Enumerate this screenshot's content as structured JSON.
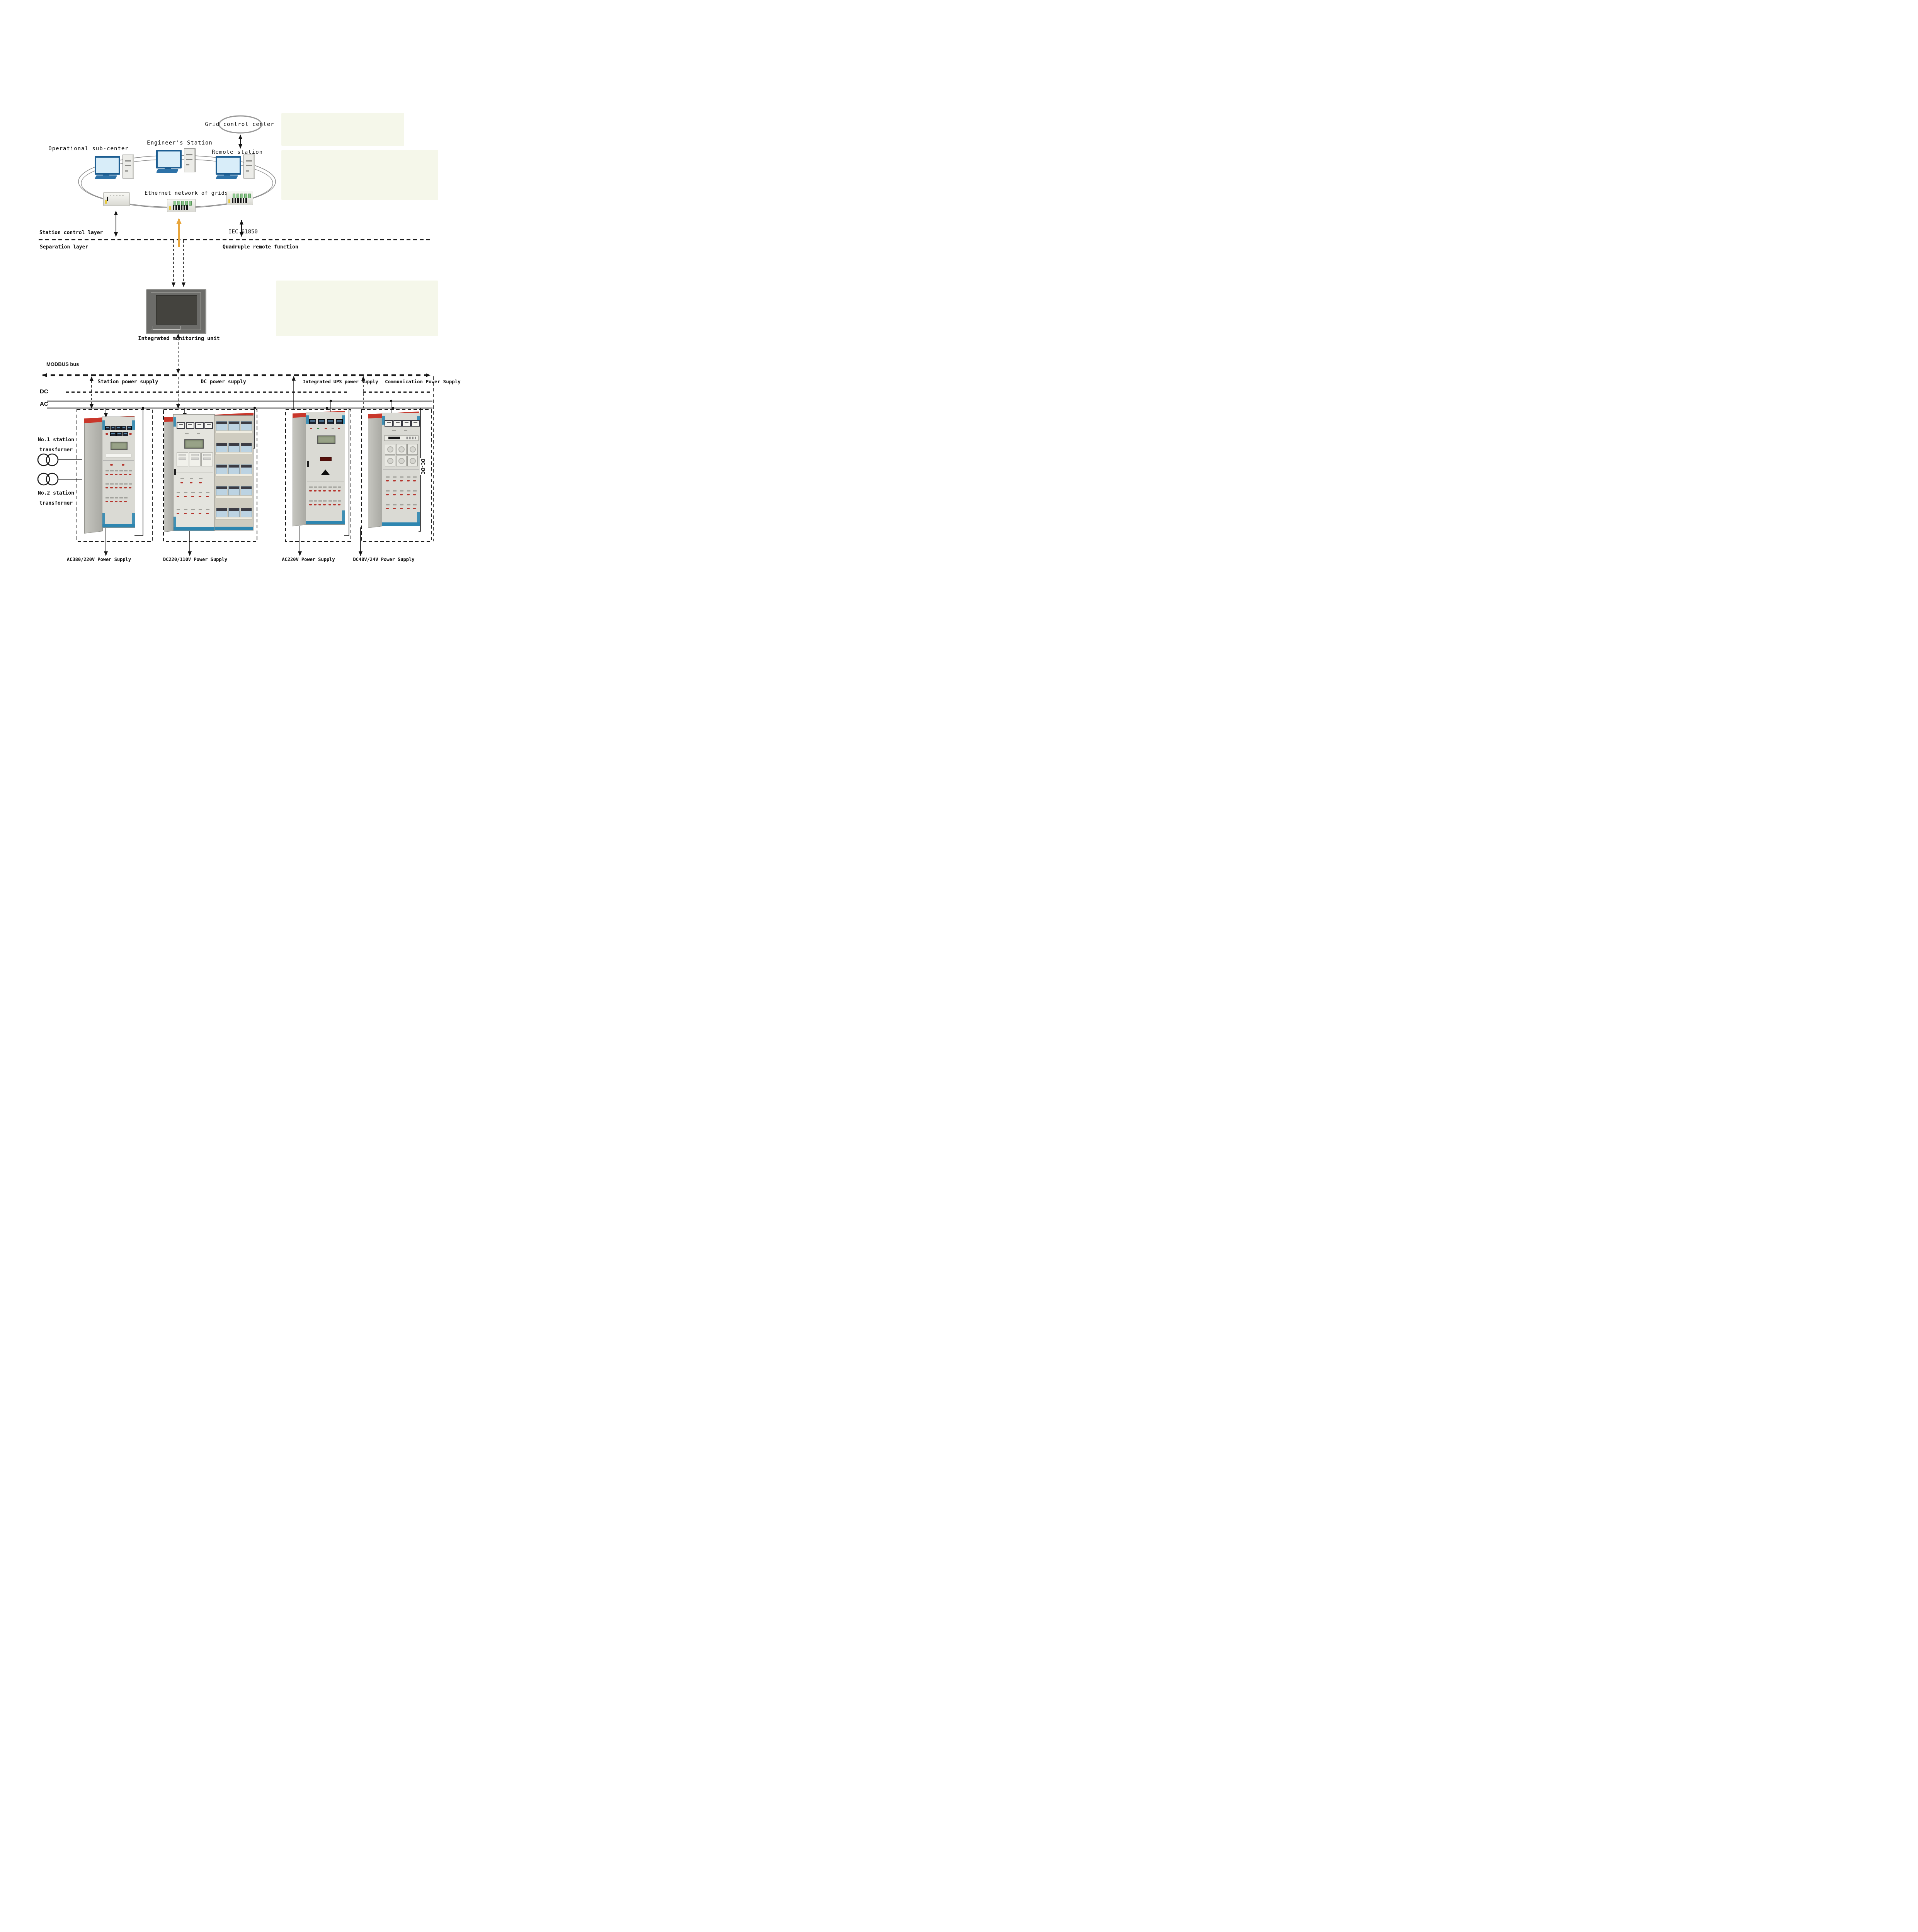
{
  "nodes": {
    "grid_control_center": "Grid control center",
    "engineers_station": "Engineer's Station",
    "operational_sub_center": "Operational sub-center",
    "remote_station": "Remote station",
    "ethernet_network": "Ethernet network of grids",
    "integrated_monitoring_unit": "Integrated monitoring unit"
  },
  "layers": {
    "station_control_layer": "Station control layer",
    "separation_layer": "Separation layer",
    "iec_61850": "IEC 61850",
    "quadruple_remote_function": "Quadruple remote function"
  },
  "buses": {
    "modbus": "MODBUS bus",
    "dc": "DC",
    "ac": "AC",
    "dc_dc": "DC-DC"
  },
  "sections": [
    {
      "id": "station",
      "label": "Station power supply",
      "output": "AC380/220V Power Supply"
    },
    {
      "id": "dc",
      "label": "DC power supply",
      "output": "DC220/110V Power Supply"
    },
    {
      "id": "ups",
      "label": "Integrated UPS power supply",
      "output": "AC220V Power Supply"
    },
    {
      "id": "comm",
      "label": "Communication Power Supply",
      "output": "DC48V/24V Power Supply"
    }
  ],
  "transformers": [
    {
      "line1": "No.1 station",
      "line2": "transformer"
    },
    {
      "line1": "No.2 station",
      "line2": "transformer"
    }
  ],
  "colors": {
    "cabinet_frame_blue": "#2e86b0",
    "cabinet_banner_red": "#c9372b",
    "highlight_arrow_orange": "#e8a63c",
    "battery_blue": "#bcd3e2",
    "bus_line_black": "#1a1a1a"
  }
}
